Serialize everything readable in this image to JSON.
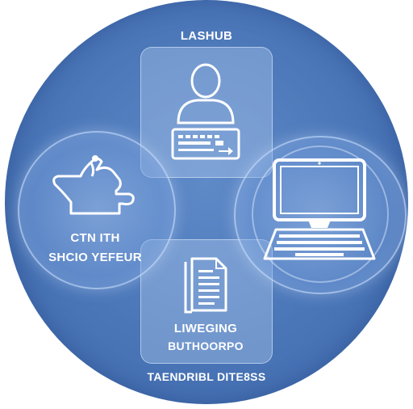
{
  "title": "LASHUB",
  "left_node": {
    "line1": "CTN ITH",
    "line2": "SHCIO YEFEUR"
  },
  "bottom_node": {
    "line1": "LIWEGING",
    "line2": "BUTHOORPO"
  },
  "footer": "TAENDRIBL DITE8SS",
  "icons": {
    "top": "user-with-keyboard-icon",
    "left": "hand-gesture-icon",
    "right": "laptop-icon",
    "bottom": "document-icon"
  },
  "colors": {
    "background_circle": "#4a76b8",
    "card_fill": "#b4cdf0",
    "icon_stroke": "#ffffff"
  }
}
